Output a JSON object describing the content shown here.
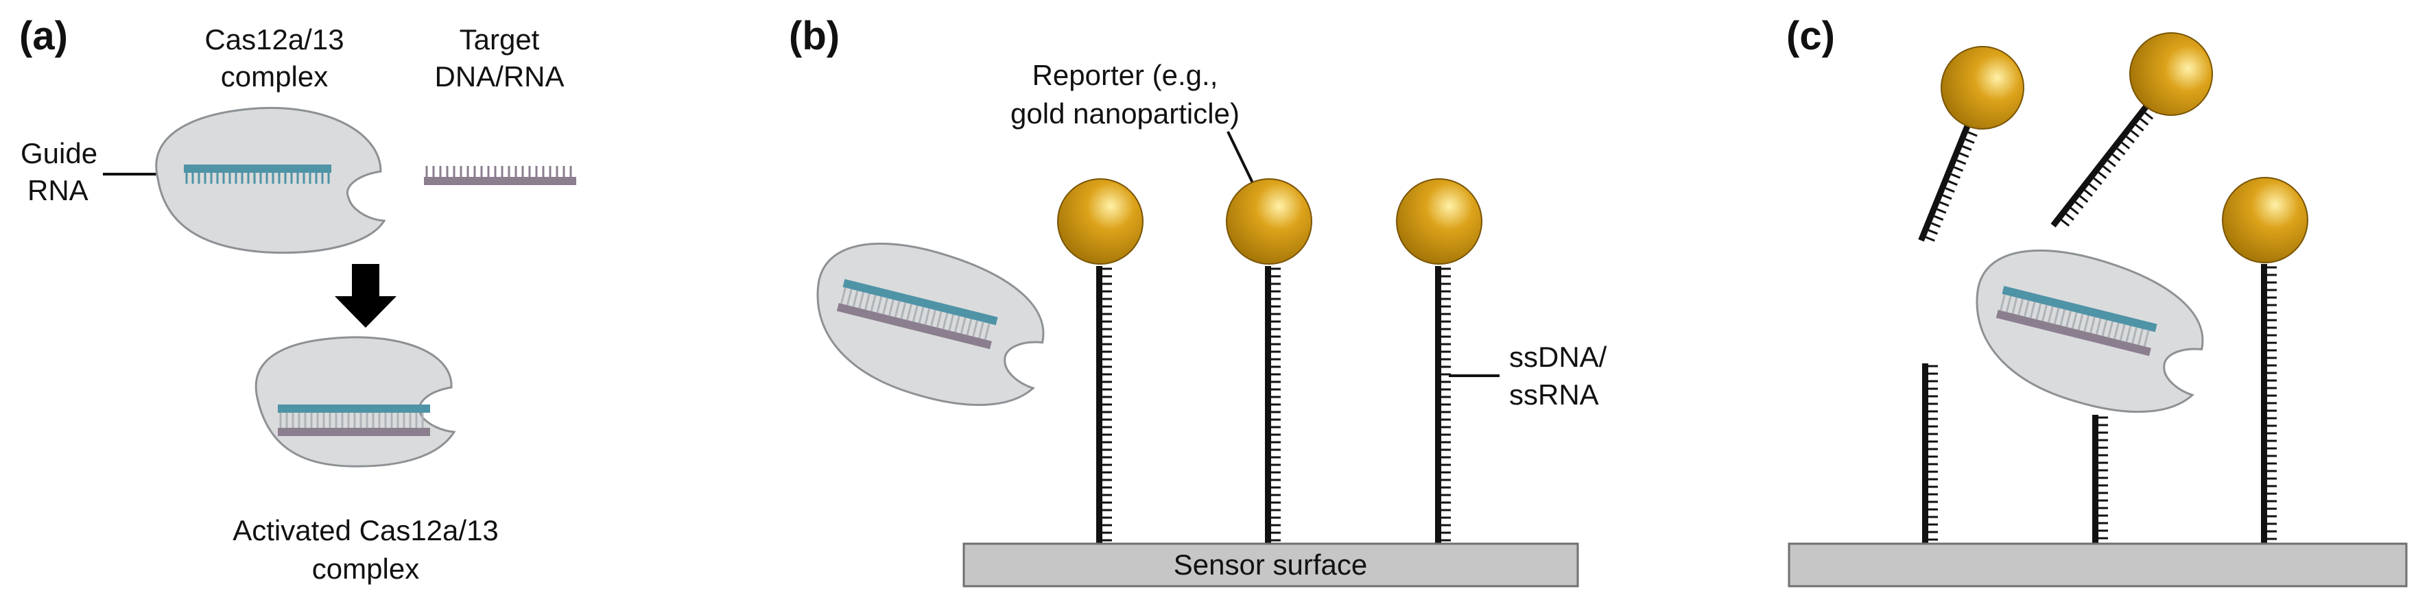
{
  "panels": {
    "a": {
      "label": "(a)",
      "complex_label": [
        "Cas12a/13",
        "complex"
      ],
      "target_label": [
        "Target",
        "DNA/RNA"
      ],
      "guide_label": [
        "Guide",
        "RNA"
      ],
      "activated_label": [
        "Activated Cas12a/13",
        "complex"
      ]
    },
    "b": {
      "label": "(b)",
      "reporter_label": [
        "Reporter (e.g.,",
        "gold nanoparticle)"
      ],
      "strand_label": [
        "ssDNA/",
        "ssRNA"
      ],
      "surface_label": "Sensor surface"
    },
    "c": {
      "label": "(c)"
    }
  },
  "colors": {
    "protein_fill": "#d9dbdc",
    "protein_stroke": "#8e9194",
    "guide_rna": "#4f93a6",
    "target_strand": "#8b7e8f",
    "gold_dark": "#a67708",
    "gold_mid": "#dca21a",
    "gold_light": "#fff1a8",
    "surface_fill": "#c6c6c6",
    "surface_stroke": "#707070",
    "strand": "#111111"
  }
}
